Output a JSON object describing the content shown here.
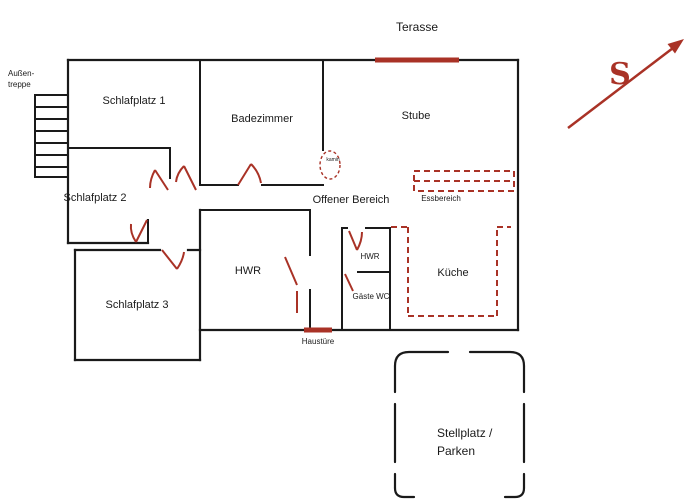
{
  "colors": {
    "wall": "#1a1a1a",
    "accent": "#a93226"
  },
  "compass": {
    "label": "S"
  },
  "rooms": {
    "schlafplatz1": "Schlafplatz 1",
    "schlafplatz2": "Schlafplatz 2",
    "schlafplatz3": "Schlafplatz 3",
    "badezimmer": "Badezimmer",
    "stube": "Stube",
    "offener_bereich": "Offener Bereich",
    "hwr": "HWR",
    "hwr_klein": "HWR",
    "gaeste_wc": "Gäste WC",
    "kueche": "Küche"
  },
  "annotations": {
    "terasse": "Terasse",
    "aussentreppe_1": "Außen-",
    "aussentreppe_2": "treppe",
    "essbereich": "Essbereich",
    "kamin": "kamin",
    "haustuere": "Haustüre",
    "stellplatz_1": "Stellplatz /",
    "stellplatz_2": "Parken"
  }
}
